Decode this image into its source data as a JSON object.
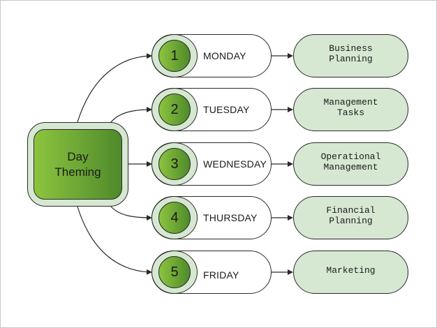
{
  "diagram": {
    "center": {
      "line1": "Day",
      "line2": "Theming"
    },
    "colors": {
      "fill_light": "#d6e8d2",
      "green_light": "#8cc43f",
      "green_dark": "#4f8a2b",
      "stroke": "#2a2a2a"
    },
    "rows": [
      {
        "number": "1",
        "day": "MONDAY",
        "task": "Business\nPlanning"
      },
      {
        "number": "2",
        "day": "TUESDAY",
        "task": "Management\nTasks"
      },
      {
        "number": "3",
        "day": "WEDNESDAY",
        "task": "Operational\nManagement"
      },
      {
        "number": "4",
        "day": "THURSDAY",
        "task": "Financial\nPlanning"
      },
      {
        "number": "5",
        "day": "FRIDAY",
        "task": "Marketing"
      }
    ]
  }
}
